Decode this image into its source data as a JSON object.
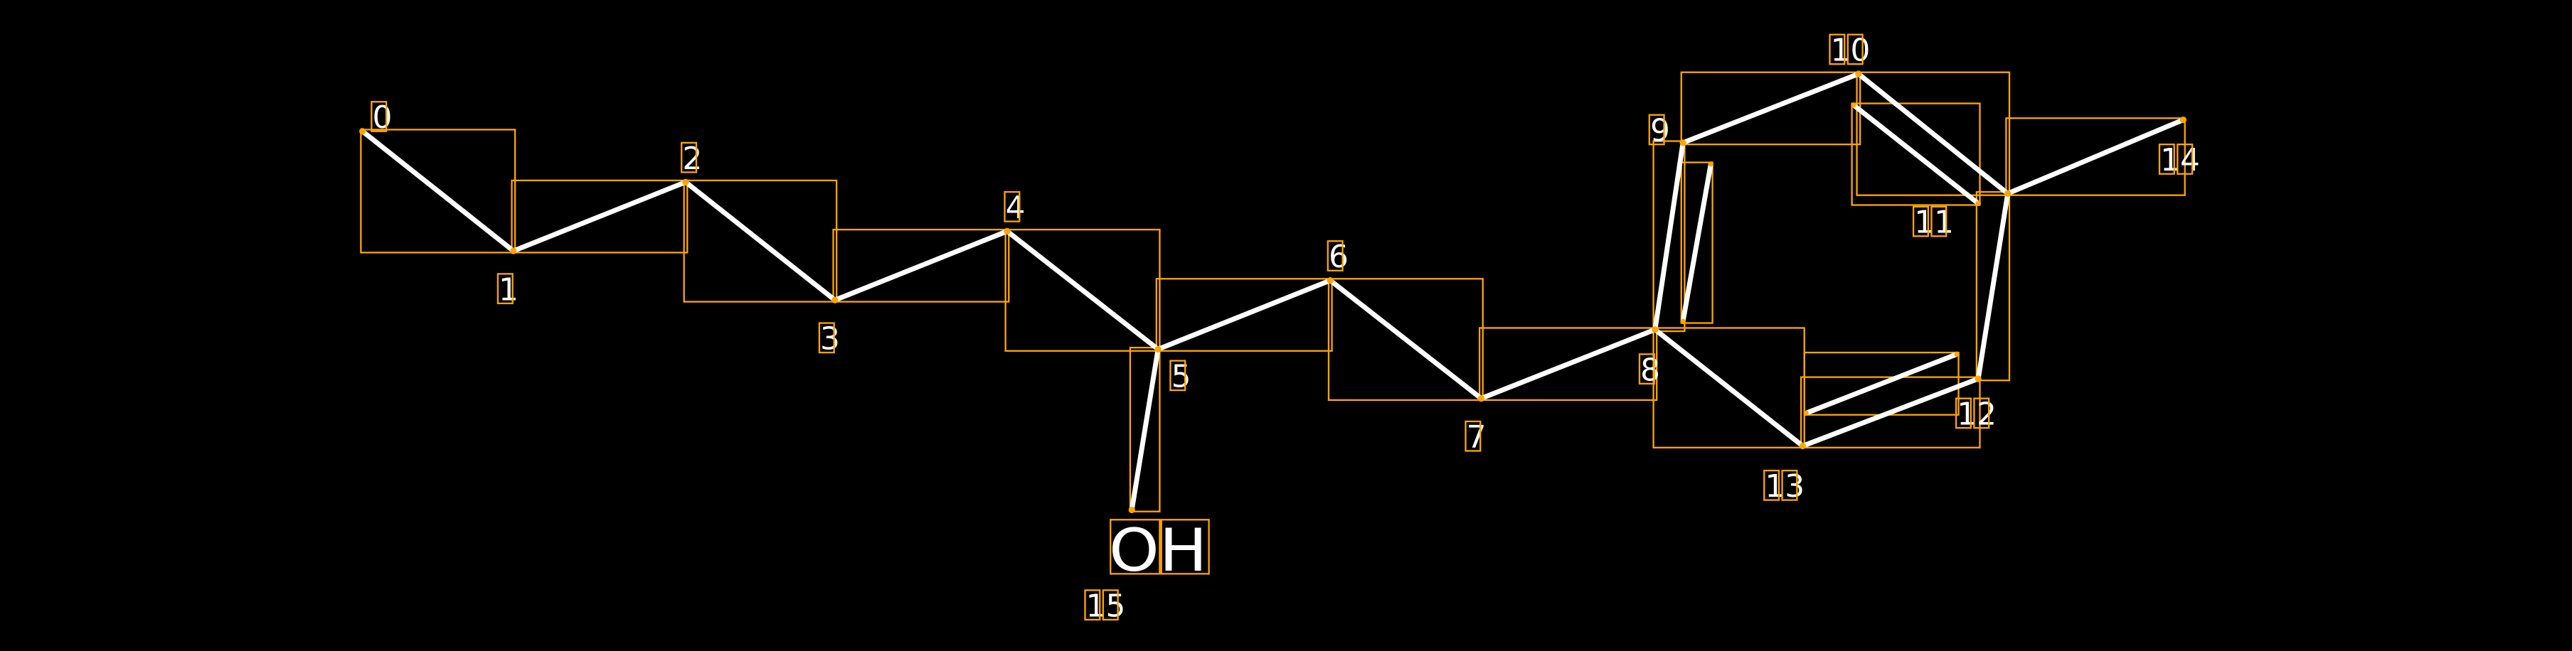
{
  "diagram": {
    "type": "molecule-annotation",
    "background": "#000000",
    "bond_color": "#FFFFFF",
    "box_color": "#FFA500",
    "atom_indices": [
      "0",
      "1",
      "2",
      "3",
      "4",
      "5",
      "6",
      "7",
      "8",
      "9",
      "10",
      "11",
      "12",
      "13",
      "14",
      "15"
    ],
    "heteroatom_label": "OH",
    "bonds": [
      {
        "from": 0,
        "to": 1,
        "order": 1
      },
      {
        "from": 1,
        "to": 2,
        "order": 1
      },
      {
        "from": 2,
        "to": 3,
        "order": 1
      },
      {
        "from": 3,
        "to": 4,
        "order": 1
      },
      {
        "from": 4,
        "to": 5,
        "order": 1
      },
      {
        "from": 5,
        "to": 6,
        "order": 1
      },
      {
        "from": 6,
        "to": 7,
        "order": 1
      },
      {
        "from": 7,
        "to": 8,
        "order": 1
      },
      {
        "from": 8,
        "to": 9,
        "order": 2
      },
      {
        "from": 9,
        "to": 10,
        "order": 1
      },
      {
        "from": 10,
        "to": 11,
        "order": 2
      },
      {
        "from": 11,
        "to": 12,
        "order": 1
      },
      {
        "from": 12,
        "to": 13,
        "order": 2
      },
      {
        "from": 13,
        "to": 8,
        "order": 1
      },
      {
        "from": 11,
        "to": 14,
        "order": 1
      },
      {
        "from": 5,
        "to": 15,
        "order": 1
      }
    ]
  }
}
